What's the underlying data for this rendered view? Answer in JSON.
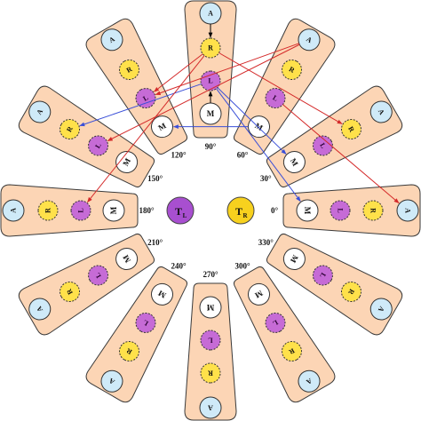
{
  "colors": {
    "panel_fill": "#fcd5b5",
    "panel_stroke": "#3a3a3a",
    "node_A": "#cfeaf8",
    "node_R": "#ffe14a",
    "node_L": "#c66bd6",
    "node_M": "#ffffff",
    "center_left": "#a84fd0",
    "center_right": "#f7d11e",
    "link_red": "#d42a2a",
    "link_blue": "#3a4fd8",
    "link_black": "#000000"
  },
  "node_labels": {
    "A": "A",
    "R": "R",
    "L": "L",
    "M": "M"
  },
  "center": {
    "left_main": "T",
    "left_sub": "L",
    "right_main": "T",
    "right_sub": "R"
  },
  "arms": [
    {
      "angle": 90,
      "label": "90°"
    },
    {
      "angle": 60,
      "label": "60°"
    },
    {
      "angle": 30,
      "label": "30°"
    },
    {
      "angle": 0,
      "label": "0°"
    },
    {
      "angle": 330,
      "label": "330°"
    },
    {
      "angle": 300,
      "label": "300°"
    },
    {
      "angle": 270,
      "label": "270°"
    },
    {
      "angle": 240,
      "label": "240°"
    },
    {
      "angle": 210,
      "label": "210°"
    },
    {
      "angle": 180,
      "label": "180°"
    },
    {
      "angle": 150,
      "label": "150°"
    },
    {
      "angle": 120,
      "label": "120°"
    }
  ],
  "links": [
    {
      "from": [
        90,
        "L"
      ],
      "to": [
        0,
        "M"
      ],
      "color": "link_blue"
    },
    {
      "from": [
        90,
        "L"
      ],
      "to": [
        30,
        "M"
      ],
      "color": "link_blue"
    },
    {
      "from": [
        90,
        "L"
      ],
      "to": [
        150,
        "R"
      ],
      "color": "link_blue"
    },
    {
      "from": [
        90,
        "R"
      ],
      "to": [
        120,
        "L"
      ],
      "color": "link_red"
    },
    {
      "from": [
        90,
        "R"
      ],
      "to": [
        30,
        "R"
      ],
      "color": "link_red"
    },
    {
      "from": [
        90,
        "R"
      ],
      "to": [
        180,
        "L"
      ],
      "color": "link_red"
    },
    {
      "from": [
        60,
        "A"
      ],
      "to": [
        120,
        "L"
      ],
      "color": "link_red"
    },
    {
      "from": [
        60,
        "M"
      ],
      "to": [
        120,
        "M"
      ],
      "color": "link_blue"
    },
    {
      "from": [
        60,
        "L"
      ],
      "to": [
        0,
        "A"
      ],
      "color": "link_red"
    },
    {
      "from": [
        60,
        "A"
      ],
      "to": [
        150,
        "L"
      ],
      "color": "link_red"
    },
    {
      "from": [
        90,
        "M"
      ],
      "to": [
        90,
        "L"
      ],
      "color": "link_black"
    },
    {
      "from": [
        90,
        "A"
      ],
      "to": [
        90,
        "R"
      ],
      "color": "link_black"
    }
  ]
}
